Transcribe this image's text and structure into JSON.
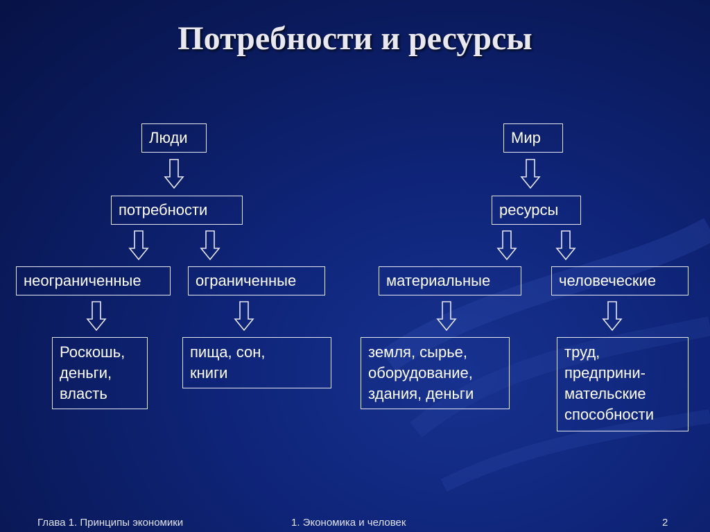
{
  "title": "Потребности и ресурсы",
  "left": {
    "root": "Люди",
    "level1": "потребности",
    "level2": [
      "неограниченные",
      "ограниченные"
    ],
    "level3": [
      "Роскошь,\nденьги,\nвласть",
      "пища, сон,\nкниги"
    ]
  },
  "right": {
    "root": "Мир",
    "level1": "ресурсы",
    "level2": [
      "материальные",
      "человеческие"
    ],
    "level3": [
      "земля, сырье,\nоборудование,\nздания, деньги",
      "труд,\nпредприни-\nмательские\nспособности"
    ]
  },
  "footer": {
    "left": "Глава 1. Принципы экономики",
    "center": "1. Экономика и человек",
    "page": "2"
  },
  "colors": {
    "background": "#0f257a",
    "border": "#e6e8f2",
    "text": "#ffffff"
  }
}
